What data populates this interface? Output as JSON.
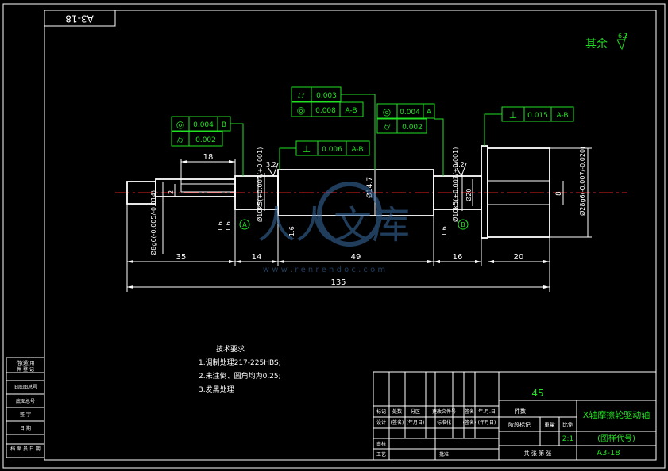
{
  "drawing_number": "A3-18",
  "roughness_note": "其余",
  "roughness_value": "6.3",
  "gdt": {
    "fcf1": {
      "sym": "◎",
      "tol": "0.004",
      "ref": "B"
    },
    "fcf2": {
      "sym": "⌭",
      "tol": "0.002"
    },
    "fcf3": {
      "sym": "⌭",
      "tol": "0.003"
    },
    "fcf4": {
      "sym": "◎",
      "tol": "0.008",
      "ref": "A-B"
    },
    "fcf5": {
      "sym": "◎",
      "tol": "0.004",
      "ref": "A"
    },
    "fcf6": {
      "sym": "⌭",
      "tol": "0.002"
    },
    "fcf7": {
      "sym": "⊥",
      "tol": "0.006",
      "ref": "A-B"
    },
    "fcf8": {
      "sym": "⊥",
      "tol": "0.015",
      "ref": "A-B"
    }
  },
  "dims": {
    "d18": "18",
    "d35": "35",
    "d14": "14",
    "d49": "49",
    "d16": "16",
    "d20": "20",
    "d135": "135",
    "d2": "2",
    "d8": "8",
    "dia_left": "Ø8g6(-0.005/-0.014)",
    "dia_brg1": "Ø10k5(+0.007/+0.001)",
    "dia_mid": "Ø14.7",
    "dia_brg2": "Ø10k5(+0.007/+0.001)",
    "dia_flange": "Ø20",
    "dia_right": "Ø28g6(-0.007/-0.020)",
    "r32a": "3.2",
    "r32b": "3.2",
    "r16a": "1.6",
    "r16b": "1.6",
    "r16c": "1.6",
    "r16d": "1.6",
    "datum_a": "A",
    "datum_b": "B"
  },
  "notes": {
    "title": "技术要求",
    "line1": "1.调制处理217-225HBS;",
    "line2": "2.未注倒、圆角均为0.25;",
    "line3": "3.发黑处理"
  },
  "left_strip": [
    "借(通)用",
    "件 登 记",
    "旧底图总号",
    "底图总号",
    "签 字",
    "日 期",
    "档 案 员    日 期"
  ],
  "title_block": {
    "quantity": "45",
    "part_name": "X轴摩擦轮驱动轴",
    "drawing_code_label": "(图样代号)",
    "drawing_code": "A3-18",
    "scale": "2:1",
    "material": "件数",
    "header_cells": [
      "标记",
      "处数",
      "分区",
      "更改文件号",
      "签名",
      "年.月.日"
    ],
    "row2": [
      "设计",
      "(签名)",
      "(年月日)",
      "标准化",
      "(签名)",
      "(年月日)"
    ],
    "stage_label": "阶段标记",
    "weight_label": "重量",
    "scale_label": "比例",
    "check_label": "审核",
    "process_label": "工艺",
    "approve_label": "批准",
    "sheets": "共  张    第  张"
  },
  "watermark": {
    "text": "人人文库",
    "url": "w w w . r e n r e n d o c . c o m"
  }
}
